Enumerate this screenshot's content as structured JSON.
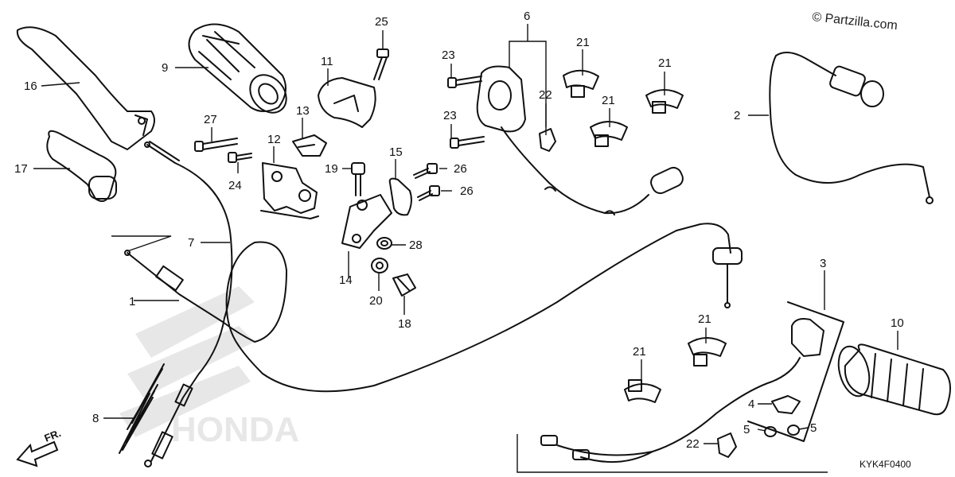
{
  "watermark": "© Partzilla.com",
  "diagram_code": "KYK4F0400",
  "direction_label": "FR.",
  "callouts": {
    "c1": "1",
    "c2": "2",
    "c3": "3",
    "c4": "4",
    "c5a": "5",
    "c5b": "5",
    "c6": "6",
    "c7": "7",
    "c8": "8",
    "c9": "9",
    "c10": "10",
    "c11": "11",
    "c12": "12",
    "c13": "13",
    "c14": "14",
    "c15": "15",
    "c16": "16",
    "c17": "17",
    "c18": "18",
    "c19": "19",
    "c20": "20",
    "c21a": "21",
    "c21b": "21",
    "c21c": "21",
    "c21d": "21",
    "c21e": "21",
    "c22a": "22",
    "c22b": "22",
    "c23a": "23",
    "c23b": "23",
    "c24": "24",
    "c25": "25",
    "c26a": "26",
    "c26b": "26",
    "c27": "27",
    "c28": "28"
  }
}
